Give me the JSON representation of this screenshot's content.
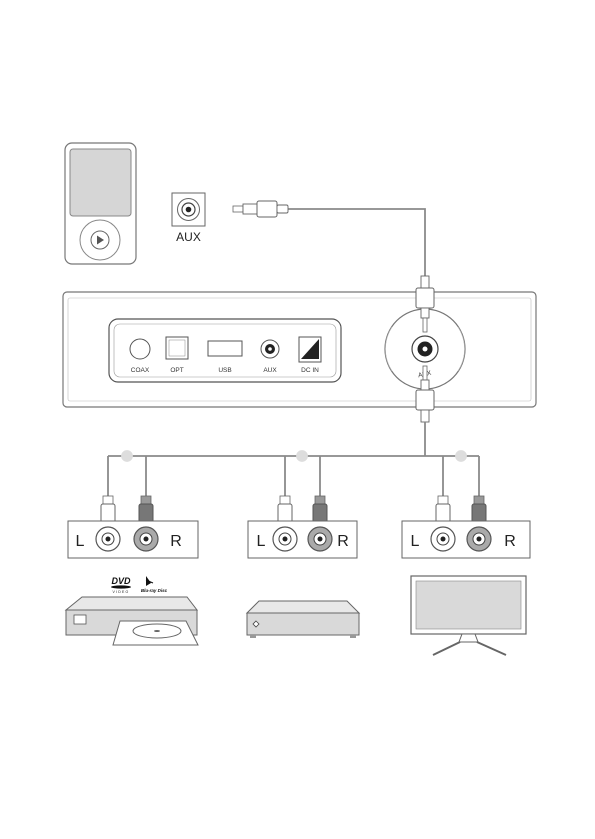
{
  "aux_input": {
    "label": "AUX"
  },
  "soundbar_ports": [
    "COAX",
    "OPT",
    "USB",
    "AUX",
    "DC IN"
  ],
  "soundbar_dial_label": "AUX",
  "rca_panels": [
    {
      "left": "L",
      "right": "R"
    },
    {
      "left": "L",
      "right": "R"
    },
    {
      "left": "L",
      "right": "R"
    }
  ],
  "logos": {
    "dvd": "DVD",
    "dvd_sub": "VIDEO",
    "bluray": "Blu-ray Disc"
  },
  "colors": {
    "line": "#8a8a8a",
    "device_fill": "#d9d9d9",
    "plug_dark": "#777777",
    "outline": "#555555"
  }
}
